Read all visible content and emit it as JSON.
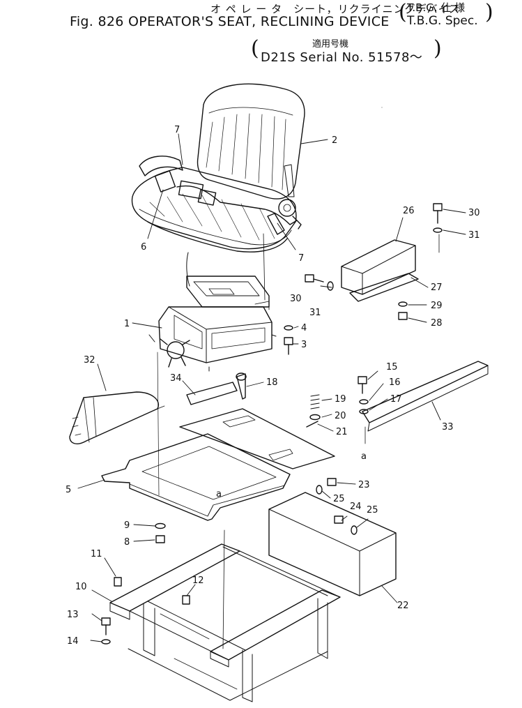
{
  "header": {
    "title_jp": "オ ペ レ ー タ　シート，リクライニングデバイス",
    "title_en": "Fig. 826 OPERATOR'S SEAT, RECLINING DEVICE",
    "spec_jp": "T.B.G. 仕 様",
    "spec_en": "T.B.G. Spec.",
    "serial_jp": "適用号機",
    "serial_en": "D21S Serial No. 51578～"
  },
  "callouts": {
    "c1": "1",
    "c2": "2",
    "c3": "3",
    "c4": "4",
    "c5": "5",
    "c6": "6",
    "c7a": "7",
    "c7b": "7",
    "c8": "8",
    "c9": "9",
    "c10": "10",
    "c11": "11",
    "c12": "12",
    "c13": "13",
    "c14": "14",
    "c15": "15",
    "c16": "16",
    "c17": "17",
    "c18": "18",
    "c19": "19",
    "c20": "20",
    "c21": "21",
    "c22": "22",
    "c23": "23",
    "c24": "24",
    "c25a": "25",
    "c25b": "25",
    "c26": "26",
    "c27": "27",
    "c28": "28",
    "c29": "29",
    "c30a": "30",
    "c30b": "30",
    "c31a": "31",
    "c31b": "31",
    "c32": "32",
    "c33": "33",
    "c34": "34",
    "ref_a1": "a",
    "ref_a2": "a"
  }
}
